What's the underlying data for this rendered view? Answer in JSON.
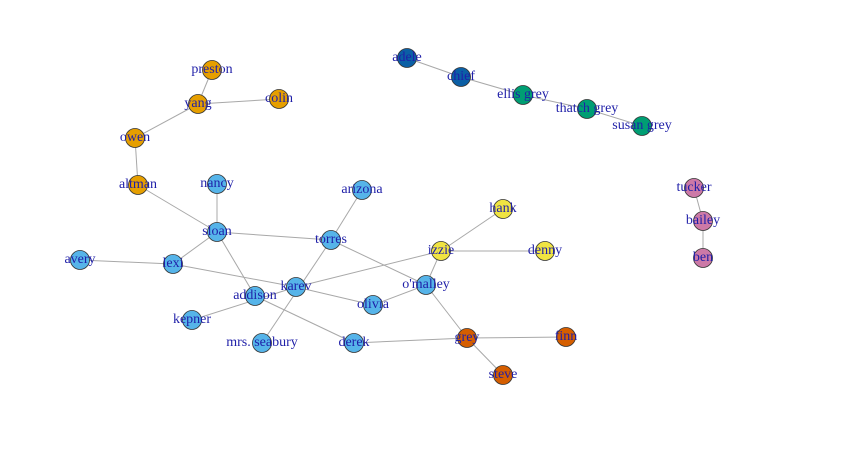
{
  "colors": {
    "edge": "#a8a8a8",
    "label": "#1f1fa8",
    "groups": {
      "orange": "#e69f00",
      "skyblue": "#56b4e9",
      "yellow": "#f0e442",
      "vermillion": "#d55e00",
      "blue": "#0b5fa5",
      "green": "#009e73",
      "pink": "#cc79a7"
    }
  },
  "nodes": [
    {
      "id": "preston",
      "label": "preston",
      "group": "orange"
    },
    {
      "id": "yang",
      "label": "yang",
      "group": "orange"
    },
    {
      "id": "colin",
      "label": "colin",
      "group": "orange"
    },
    {
      "id": "owen",
      "label": "owen",
      "group": "orange"
    },
    {
      "id": "altman",
      "label": "altman",
      "group": "orange"
    },
    {
      "id": "nancy",
      "label": "nancy",
      "group": "skyblue"
    },
    {
      "id": "sloan",
      "label": "sloan",
      "group": "skyblue"
    },
    {
      "id": "arizona",
      "label": "arizona",
      "group": "skyblue"
    },
    {
      "id": "torres",
      "label": "torres",
      "group": "skyblue"
    },
    {
      "id": "avery",
      "label": "avery",
      "group": "skyblue"
    },
    {
      "id": "lexi",
      "label": "lexi",
      "group": "skyblue"
    },
    {
      "id": "karev",
      "label": "karev",
      "group": "skyblue"
    },
    {
      "id": "addison",
      "label": "addison",
      "group": "skyblue"
    },
    {
      "id": "kepner",
      "label": "kepner",
      "group": "skyblue"
    },
    {
      "id": "mrs_seabury",
      "label": "mrs. seabury",
      "group": "skyblue"
    },
    {
      "id": "derek",
      "label": "derek",
      "group": "skyblue"
    },
    {
      "id": "olivia",
      "label": "olivia",
      "group": "skyblue"
    },
    {
      "id": "omalley",
      "label": "o'malley",
      "group": "skyblue"
    },
    {
      "id": "hank",
      "label": "hank",
      "group": "yellow"
    },
    {
      "id": "izzie",
      "label": "izzie",
      "group": "yellow"
    },
    {
      "id": "denny",
      "label": "denny",
      "group": "yellow"
    },
    {
      "id": "grey",
      "label": "grey",
      "group": "vermillion"
    },
    {
      "id": "finn",
      "label": "finn",
      "group": "vermillion"
    },
    {
      "id": "steve",
      "label": "steve",
      "group": "vermillion"
    },
    {
      "id": "adele",
      "label": "adele",
      "group": "blue"
    },
    {
      "id": "chief",
      "label": "chief",
      "group": "blue"
    },
    {
      "id": "ellis_grey",
      "label": "ellis grey",
      "group": "green"
    },
    {
      "id": "thatch_grey",
      "label": "thatch grey",
      "group": "green"
    },
    {
      "id": "susan_grey",
      "label": "susan grey",
      "group": "green"
    },
    {
      "id": "tucker",
      "label": "tucker",
      "group": "pink"
    },
    {
      "id": "bailey",
      "label": "bailey",
      "group": "pink"
    },
    {
      "id": "ben",
      "label": "ben",
      "group": "pink"
    }
  ],
  "edges": [
    [
      "preston",
      "yang"
    ],
    [
      "yang",
      "colin"
    ],
    [
      "yang",
      "owen"
    ],
    [
      "owen",
      "altman"
    ],
    [
      "altman",
      "sloan"
    ],
    [
      "nancy",
      "sloan"
    ],
    [
      "sloan",
      "torres"
    ],
    [
      "sloan",
      "lexi"
    ],
    [
      "sloan",
      "addison"
    ],
    [
      "avery",
      "lexi"
    ],
    [
      "lexi",
      "karev"
    ],
    [
      "arizona",
      "torres"
    ],
    [
      "torres",
      "mrs_seabury"
    ],
    [
      "torres",
      "omalley"
    ],
    [
      "karev",
      "izzie"
    ],
    [
      "karev",
      "kepner"
    ],
    [
      "karev",
      "olivia"
    ],
    [
      "addison",
      "derek"
    ],
    [
      "olivia",
      "omalley"
    ],
    [
      "izzie",
      "hank"
    ],
    [
      "izzie",
      "denny"
    ],
    [
      "izzie",
      "omalley"
    ],
    [
      "omalley",
      "grey"
    ],
    [
      "derek",
      "grey"
    ],
    [
      "grey",
      "finn"
    ],
    [
      "grey",
      "steve"
    ],
    [
      "adele",
      "chief"
    ],
    [
      "chief",
      "ellis_grey"
    ],
    [
      "ellis_grey",
      "thatch_grey"
    ],
    [
      "thatch_grey",
      "susan_grey"
    ],
    [
      "tucker",
      "bailey"
    ],
    [
      "bailey",
      "ben"
    ]
  ]
}
